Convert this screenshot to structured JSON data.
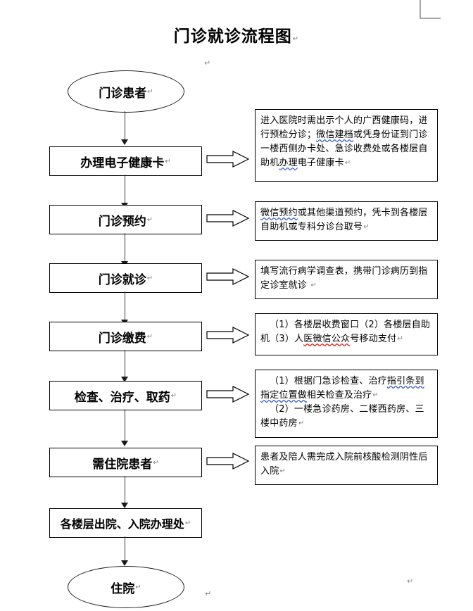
{
  "document": {
    "title": "门诊就诊流程图",
    "pilcrow": "↵"
  },
  "marks": {
    "corner": "corner-crop-mark",
    "p_title": "↵",
    "p_below_title": "↵",
    "p_bottom_center": "↵",
    "p_bottom_right": "↵"
  },
  "flow": {
    "start": {
      "label": "门诊患者",
      "shape": "ellipse"
    },
    "end": {
      "label": "住院",
      "shape": "ellipse"
    },
    "steps": [
      {
        "label": "办理电子健康卡"
      },
      {
        "label": "门诊预约"
      },
      {
        "label": "门诊就诊"
      },
      {
        "label": "门诊缴费"
      },
      {
        "label": "检查、治疗、取药"
      },
      {
        "label": "需住院患者"
      },
      {
        "label": "各楼层出院、入院办理处"
      }
    ]
  },
  "notes": [
    {
      "id": "note-health-card",
      "lines": [
        {
          "pre": "进入医院时需出示个人的广西健康码，进行预检分诊；",
          "marked": "微信建档",
          "mark_color": "blue",
          "post": "或凭身份证到门诊一楼西侧办卡处、急诊收费处或各楼层自助机",
          "marked2": "办理",
          "mark2_color": "blue",
          "post2": "电子健康卡"
        }
      ],
      "plain": "进入医院时需出示个人的广西健康码，进行预检分诊；微信建档或凭身份证到门诊一楼西侧办卡处、急诊收费处或各楼层自助机办理电子健康卡"
    },
    {
      "id": "note-appointment",
      "plain": "微信预约或其他渠道预约，凭卡到各楼层自助机或专科分诊台取号",
      "marked": "微信预约",
      "mark_color": "blue"
    },
    {
      "id": "note-consultation",
      "plain": "填写流行病学调查表，携带门诊病历到指定诊室就诊 "
    },
    {
      "id": "note-payment",
      "plain": "（1）各楼层收费窗口（2）各楼层自助机（3）人医微信公众号移动支付",
      "marked": "医微信公众",
      "mark_color": "red"
    },
    {
      "id": "note-exam-treat-medicine",
      "paragraphs": [
        "（1）根据门急诊检查、治疗指引条到指定位置做相关检查及治疗",
        "（2）一楼急诊药房、二楼西药房、三楼中药房"
      ]
    },
    {
      "id": "note-inpatient",
      "plain": "患者及陪人需完成入院前核酸检测阴性后入院"
    }
  ],
  "colors": {
    "shape_border": "#000000",
    "connector": "#3a3a3a",
    "pilcrow": "#7f7f7f",
    "spell_blue": "#3a5fcd",
    "spell_red": "#e01b1b",
    "crop_mark": "#a8a8a8"
  }
}
